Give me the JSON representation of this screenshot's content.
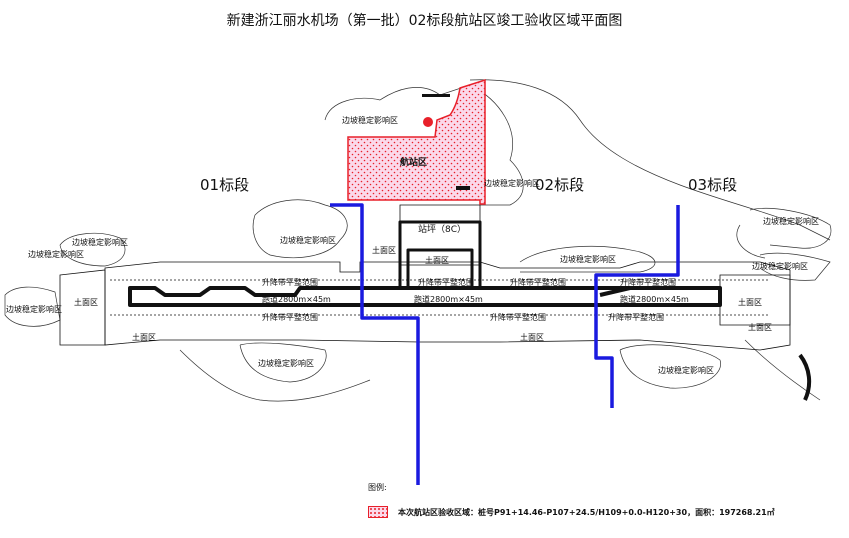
{
  "title": "新建浙江丽水机场（第一批）02标段航站区竣工验收区域平面图",
  "sections": {
    "s01": "01标段",
    "s02": "02标段",
    "s03": "03标段"
  },
  "labels": {
    "terminal": "航站区",
    "apron": "站坪（8C）",
    "slope_top_center": "边坡稳定影响区",
    "slope_top_left": "边坡稳定影响区",
    "slope_left_mid": "边坡稳定影响区",
    "slope_far_left_a": "边坡稳定影响区",
    "slope_far_left_b": "边坡稳定影响区",
    "slope_mid_left": "边坡稳定影响区",
    "slope_mid_right": "边坡稳定影响区",
    "slope_right_top": "边坡稳定影响区",
    "slope_right_mid": "边坡稳定影响区",
    "slope_bottom_left": "边坡稳定影响区",
    "slope_bottom_right": "边坡稳定影响区",
    "earth_center_top": "土面区",
    "earth_center_inner": "土面区",
    "earth_left_end": "土面区",
    "earth_right_end": "土面区",
    "earth_bottom_left": "土面区",
    "earth_bottom_center": "土面区",
    "earth_bottom_right": "土面区",
    "strip_left_top": "升降带平整范围",
    "strip_center_top_a": "升降带平整范围",
    "strip_center_top_b": "升降带平整范围",
    "strip_right_top": "升降带平整范围",
    "strip_left_bottom": "升降带平整范围",
    "strip_center_bottom": "升降带平整范围",
    "strip_right_bottom": "升降带平整范围",
    "runway_left": "跑道2800m×45m",
    "runway_center": "跑道2800m×45m",
    "runway_right": "跑道2800m×45m"
  },
  "legend": {
    "title": "图例:",
    "text": "本次航站区验收区域：桩号P91+14.46-P107+24.5/H109+0.0-H120+30，面积：197268.21㎡"
  },
  "colors": {
    "terminal_fill": "#fbd9ea",
    "terminal_border": "#e8202a",
    "boundary_line": "#1a1adf",
    "outline": "#111111"
  }
}
